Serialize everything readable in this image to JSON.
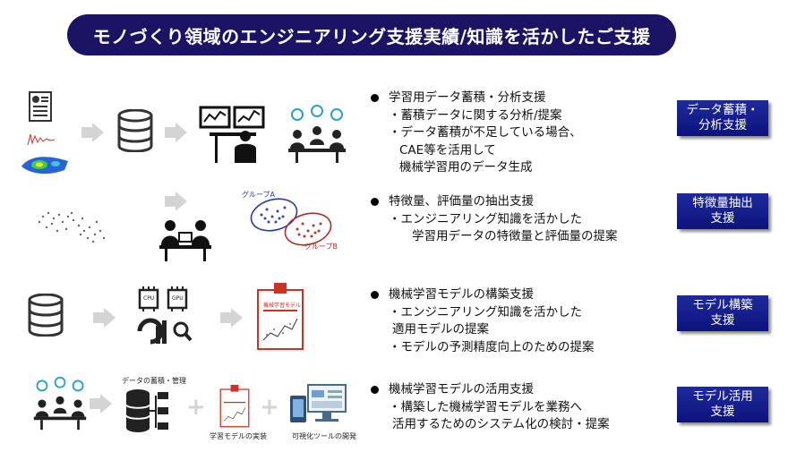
{
  "title": "モノづくり領域のエンジニアリング支援実績/知識を活かしたご支援",
  "rows": [
    {
      "bullet": "学習用データ蓄積・分析支援",
      "sub": [
        "・蓄積データに関する分析/提案",
        "・データ蓄積が不足している場合、",
        "CAE等を活用して",
        "機械学習用のデータ生成"
      ],
      "button": [
        "データ蓄積・",
        "分析支援"
      ]
    },
    {
      "bullet": "特徴量、評価量の抽出支援",
      "sub": [
        "・エンジニアリング知識を活かした",
        "学習用データの特徴量と評価量の提案"
      ],
      "button": [
        "特徴量抽出",
        "支援"
      ],
      "scatter_labels": [
        "グループA",
        "グループB"
      ]
    },
    {
      "bullet": "機械学習モデルの構築支援",
      "sub": [
        "・エンジニアリング知識を活かした",
        "適用モデルの提案",
        "・モデルの予測精度向上のための提案"
      ],
      "button": [
        "モデル構築",
        "支援"
      ],
      "chip_labels": [
        "CPU",
        "GPU"
      ],
      "doc_title": "機械学習モデル"
    },
    {
      "bullet": "機械学習モデルの活用支援",
      "sub": [
        "・構築した機械学習モデルを業務へ",
        "活用するためのシステム化の検討・提案"
      ],
      "button": [
        "モデル活用",
        "支援"
      ],
      "captions": [
        "データの蓄積・管理",
        "学習モデルの実装",
        "可視化ツールの開発"
      ]
    }
  ]
}
